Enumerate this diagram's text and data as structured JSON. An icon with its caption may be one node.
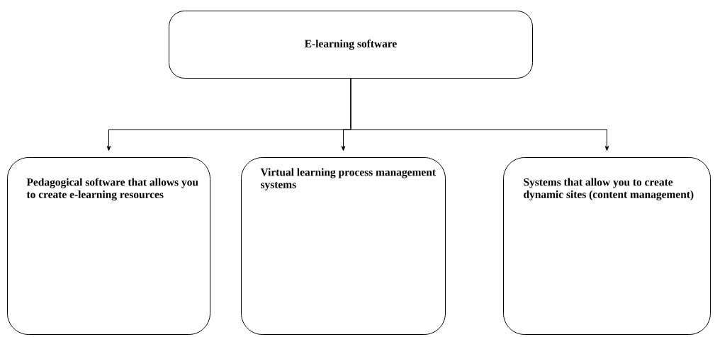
{
  "diagram": {
    "nodes": [
      {
        "text": [
          "E-learning software"
        ]
      },
      {
        "text": [
          "Pedagogical software that allows you to create e-learning resources"
        ]
      },
      {
        "text": [
          "Virtual learning process management systems"
        ]
      },
      {
        "text": [
          "Systems that allow you to create dynamic sites (content management)"
        ]
      }
    ],
    "edges": [
      {
        "from": 0,
        "to": 1,
        "arrow": "to"
      },
      {
        "from": 0,
        "to": 2,
        "arrow": "to"
      },
      {
        "from": 0,
        "to": 3,
        "arrow": "to"
      }
    ]
  }
}
